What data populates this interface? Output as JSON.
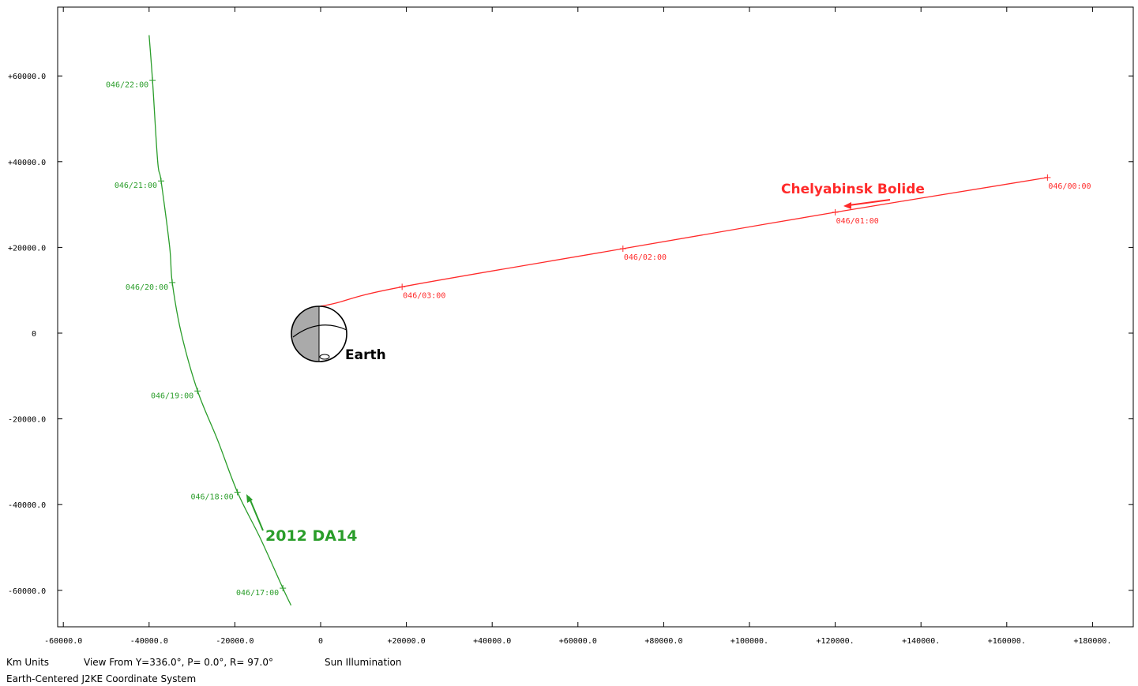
{
  "chart_data": {
    "type": "line",
    "x_range": [
      -61000,
      190000
    ],
    "y_range": [
      -68000,
      75000
    ],
    "x_ticks": [
      {
        "value": -60000,
        "label": "-60000.0"
      },
      {
        "value": -40000,
        "label": "-40000.0"
      },
      {
        "value": -20000,
        "label": "-20000.0"
      },
      {
        "value": 0,
        "label": "0"
      },
      {
        "value": 20000,
        "label": "+20000.0"
      },
      {
        "value": 40000,
        "label": "+40000.0"
      },
      {
        "value": 60000,
        "label": "+60000.0"
      },
      {
        "value": 80000,
        "label": "+80000.0"
      },
      {
        "value": 100000,
        "label": "+100000."
      },
      {
        "value": 120000,
        "label": "+120000."
      },
      {
        "value": 140000,
        "label": "+140000."
      },
      {
        "value": 160000,
        "label": "+160000."
      },
      {
        "value": 180000,
        "label": "+180000."
      }
    ],
    "y_ticks": [
      {
        "value": 60000,
        "label": "+60000.0"
      },
      {
        "value": 40000,
        "label": "+40000.0"
      },
      {
        "value": 20000,
        "label": "+20000.0"
      },
      {
        "value": 0,
        "label": "0"
      },
      {
        "value": -20000,
        "label": "-20000.0"
      },
      {
        "value": -40000,
        "label": "-40000.0"
      },
      {
        "value": -60000,
        "label": "-60000.0"
      }
    ],
    "series": [
      {
        "name": "2012 DA14",
        "color": "#2a9d2a",
        "path": [
          [
            -40000,
            69500
          ],
          [
            -39200,
            59000
          ],
          [
            -38000,
            40000
          ],
          [
            -37200,
            35500
          ],
          [
            -35200,
            20000
          ],
          [
            -34600,
            11800
          ],
          [
            -32500,
            0
          ],
          [
            -28700,
            -13500
          ],
          [
            -24000,
            -25000
          ],
          [
            -19400,
            -37100
          ],
          [
            -14000,
            -48000
          ],
          [
            -8800,
            -59500
          ],
          [
            -6900,
            -63500
          ]
        ],
        "time_marks": [
          {
            "x": -39200,
            "y": 59000,
            "label": "046/22:00"
          },
          {
            "x": -37200,
            "y": 35500,
            "label": "046/21:00"
          },
          {
            "x": -34600,
            "y": 11800,
            "label": "046/20:00"
          },
          {
            "x": -28700,
            "y": -13500,
            "label": "046/19:00"
          },
          {
            "x": -19400,
            "y": -37100,
            "label": "046/18:00"
          },
          {
            "x": -8800,
            "y": -59500,
            "label": "046/17:00"
          }
        ]
      },
      {
        "name": "Chelyabinsk Bolide",
        "color": "#ff2a2a",
        "path": [
          [
            169500,
            36300
          ],
          [
            120000,
            28200
          ],
          [
            70500,
            19700
          ],
          [
            19000,
            10800
          ],
          [
            3500,
            7000
          ],
          [
            0,
            6300
          ]
        ],
        "time_marks": [
          {
            "x": 169500,
            "y": 36300,
            "label": "046/00:00"
          },
          {
            "x": 120000,
            "y": 28200,
            "label": "046/01:00"
          },
          {
            "x": 70500,
            "y": 19700,
            "label": "046/02:00"
          },
          {
            "x": 19000,
            "y": 10800,
            "label": "046/03:00"
          }
        ]
      }
    ],
    "annotations": {
      "earth": "Earth",
      "da14": "2012 DA14",
      "bolide": "Chelyabinsk Bolide"
    },
    "grid": false
  },
  "footer": {
    "units": "Km Units",
    "view": "View From Y=336.0°, P=  0.0°, R= 97.0°",
    "illumination": "Sun Illumination",
    "coord_system": "Earth-Centered J2KE Coordinate System"
  }
}
